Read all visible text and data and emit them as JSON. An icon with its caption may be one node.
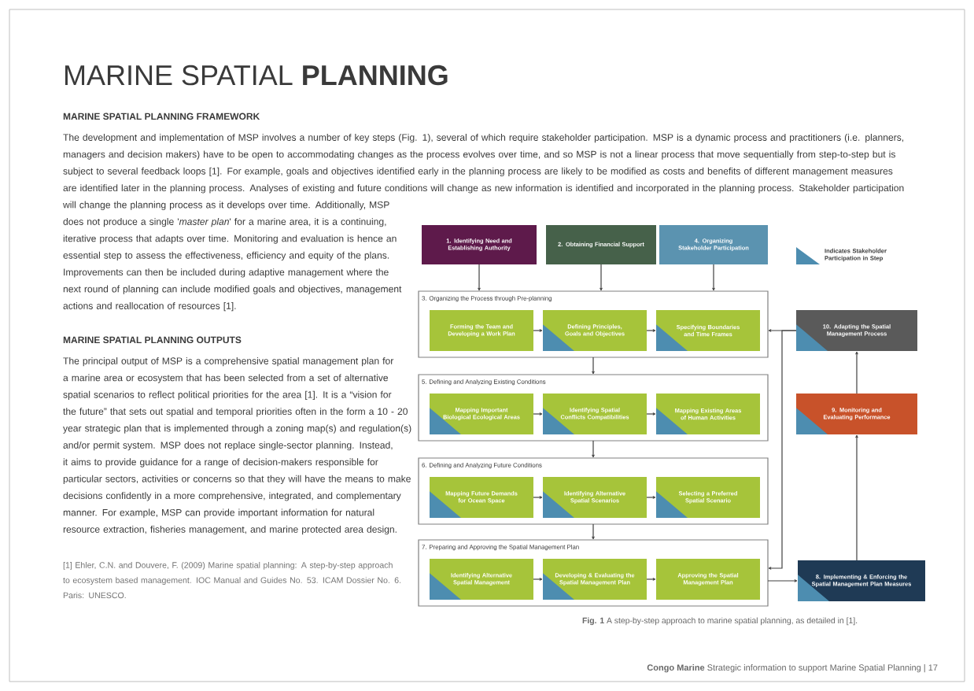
{
  "diagram": {
    "title": "MARINE SPATIAL **PLANNING**",
    "caption": "**Fig. 1** A step-by-step approach to marine spatial planning, as detailed in [1].",
    "nodes": [
      {
        "text": [
          "1. Identifying Need and Establishing Authority"
        ]
      },
      {
        "text": [
          "2. Obtaining Financial Support"
        ]
      },
      {
        "text": [
          "4. Organizing Stakeholder Participation"
        ]
      },
      {
        "text": [
          "3. Organizing the Process through Pre-planning"
        ]
      },
      {
        "text": [
          "Forming the Team and Developing a Work Plan"
        ],
        "in": 3
      },
      {
        "text": [
          "Defining Principles, Goals and Objectives"
        ],
        "in": 3
      },
      {
        "text": [
          "Specifying Boundaries and Time Frames"
        ],
        "in": 3
      },
      {
        "text": [
          "5. Defining and Analyzing Existing Conditions"
        ]
      },
      {
        "text": [
          "Mapping Important Biological Ecological Areas"
        ],
        "in": 7
      },
      {
        "text": [
          "Identifying Spatial Conflicts Compatibilities"
        ],
        "in": 7
      },
      {
        "text": [
          "Mapping Existing Areas of Human Activities"
        ],
        "in": 7
      },
      {
        "text": [
          "6. Defining and Analyzing Future Conditions"
        ]
      },
      {
        "text": [
          "Mapping Future Demands for Ocean Space"
        ],
        "in": 11
      },
      {
        "text": [
          "Identifying Alternative Spatial Scenarios"
        ],
        "in": 11
      },
      {
        "text": [
          "Selecting a Preferred Spatial Scenario"
        ],
        "in": 11
      },
      {
        "text": [
          "7. Preparing and Approving the Spatial Management Plan"
        ]
      },
      {
        "text": [
          "Identifying Alternative Spatial Management"
        ],
        "in": 15
      },
      {
        "text": [
          "Developing & Evaluating the Spatial Management Plan"
        ],
        "in": 15
      },
      {
        "text": [
          "Approving the Spatial Management Plan"
        ],
        "in": 15
      },
      {
        "text": [
          "10. Adapting the Spatial Management Process"
        ]
      },
      {
        "text": [
          "9. Monitoring and Evaluating Performance"
        ]
      },
      {
        "text": [
          "8. Implementing & Enforcing the Spatial Management Plan Measures"
        ]
      }
    ],
    "edges": [
      {
        "from": 0,
        "to": 3,
        "arrow": "to"
      },
      {
        "from": 1,
        "to": 3,
        "arrow": "to"
      },
      {
        "from": 2,
        "to": 3,
        "arrow": "to"
      },
      {
        "from": 4,
        "to": 5,
        "arrow": "to"
      },
      {
        "from": 5,
        "to": 6,
        "arrow": "to"
      },
      {
        "from": 8,
        "to": 9,
        "arrow": "to"
      },
      {
        "from": 9,
        "to": 10,
        "arrow": "to"
      },
      {
        "from": 12,
        "to": 13,
        "arrow": "to"
      },
      {
        "from": 13,
        "to": 14,
        "arrow": "to"
      },
      {
        "from": 16,
        "to": 17,
        "arrow": "to"
      },
      {
        "from": 17,
        "to": 18,
        "arrow": "to"
      },
      {
        "from": 3,
        "to": 7,
        "arrow": "to"
      },
      {
        "from": 7,
        "to": 11,
        "arrow": "to"
      },
      {
        "from": 11,
        "to": 15,
        "arrow": "to"
      },
      {
        "from": 15,
        "to": 21,
        "arrow": "to"
      },
      {
        "from": 21,
        "to": 20,
        "arrow": "to"
      },
      {
        "from": 20,
        "to": 19,
        "arrow": "to"
      },
      {
        "from": 19,
        "to": 3,
        "arrow": "to"
      },
      {
        "from": 19,
        "to": 15,
        "arrow": "to"
      }
    ],
    "labels": [
      "MARINE SPATIAL PLANNING FRAMEWORK",
      "The development and implementation of MSP involves a number of key steps (Fig. 1), several of which require stakeholder participation. MSP is a dynamic process and practitioners (i.e. planners, managers and decision makers) have to be open to accommodating changes as the process evolves over time, and so MSP is not a linear process that move sequentially from step-to-step but is subject to several feedback loops [1]. For example, goals and objectives identified early in the planning process are likely to be modified as costs and benefits of different management measures are identified later in the planning process. Analyses of existing and future conditions will change as new information is identified and incorporated in the planning process. Stakeholder participation will change the planning process as it develops over time. Additionally, MSP does not produce a single '*master plan*' for a marine area, it is a continuing, iterative process that adapts over time. Monitoring and evaluation is hence an essential step to assess the effectiveness, efficiency and equity of the plans. Improvements can then be included during adaptive management where the next round of planning can include modified goals and objectives, management actions and reallocation of resources [1].",
      "MARINE SPATIAL PLANNING OUTPUTS",
      "The principal output of MSP is a comprehensive spatial management plan for a marine area or ecosystem that has been selected from a set of alternative spatial scenarios to reflect political priorities for the area [1]. It is a “vision for the future” that sets out spatial and temporal priorities often in the form a 10 - 20 year strategic plan that is implemented through a zoning map(s) and regulation(s) and/or permit system. MSP does not replace single-sector planning. Instead, it aims to provide guidance for a range of decision-makers responsible for particular sectors, activities or concerns so that they will have the means to make decisions confidently in a more comprehensive, integrated, and complementary manner. For example, MSP can provide important information for natural resource extraction, fisheries management, and marine protected area design.",
      "[1] Ehler, C.N. and Douvere, F. (2009) Marine spatial planning: A step-by-step approach to ecosystem based management. IOC Manual and Guides No. 53. ICAM Dossier No. 6. Paris: UNESCO.",
      "**Congo Marine** Strategic information to support Marine Spatial Planning | 17"
    ],
    "legend": [
      {
        "text": "Indicates Stakeholder Participation in Step",
        "color": "#4d8db0"
      }
    ]
  }
}
